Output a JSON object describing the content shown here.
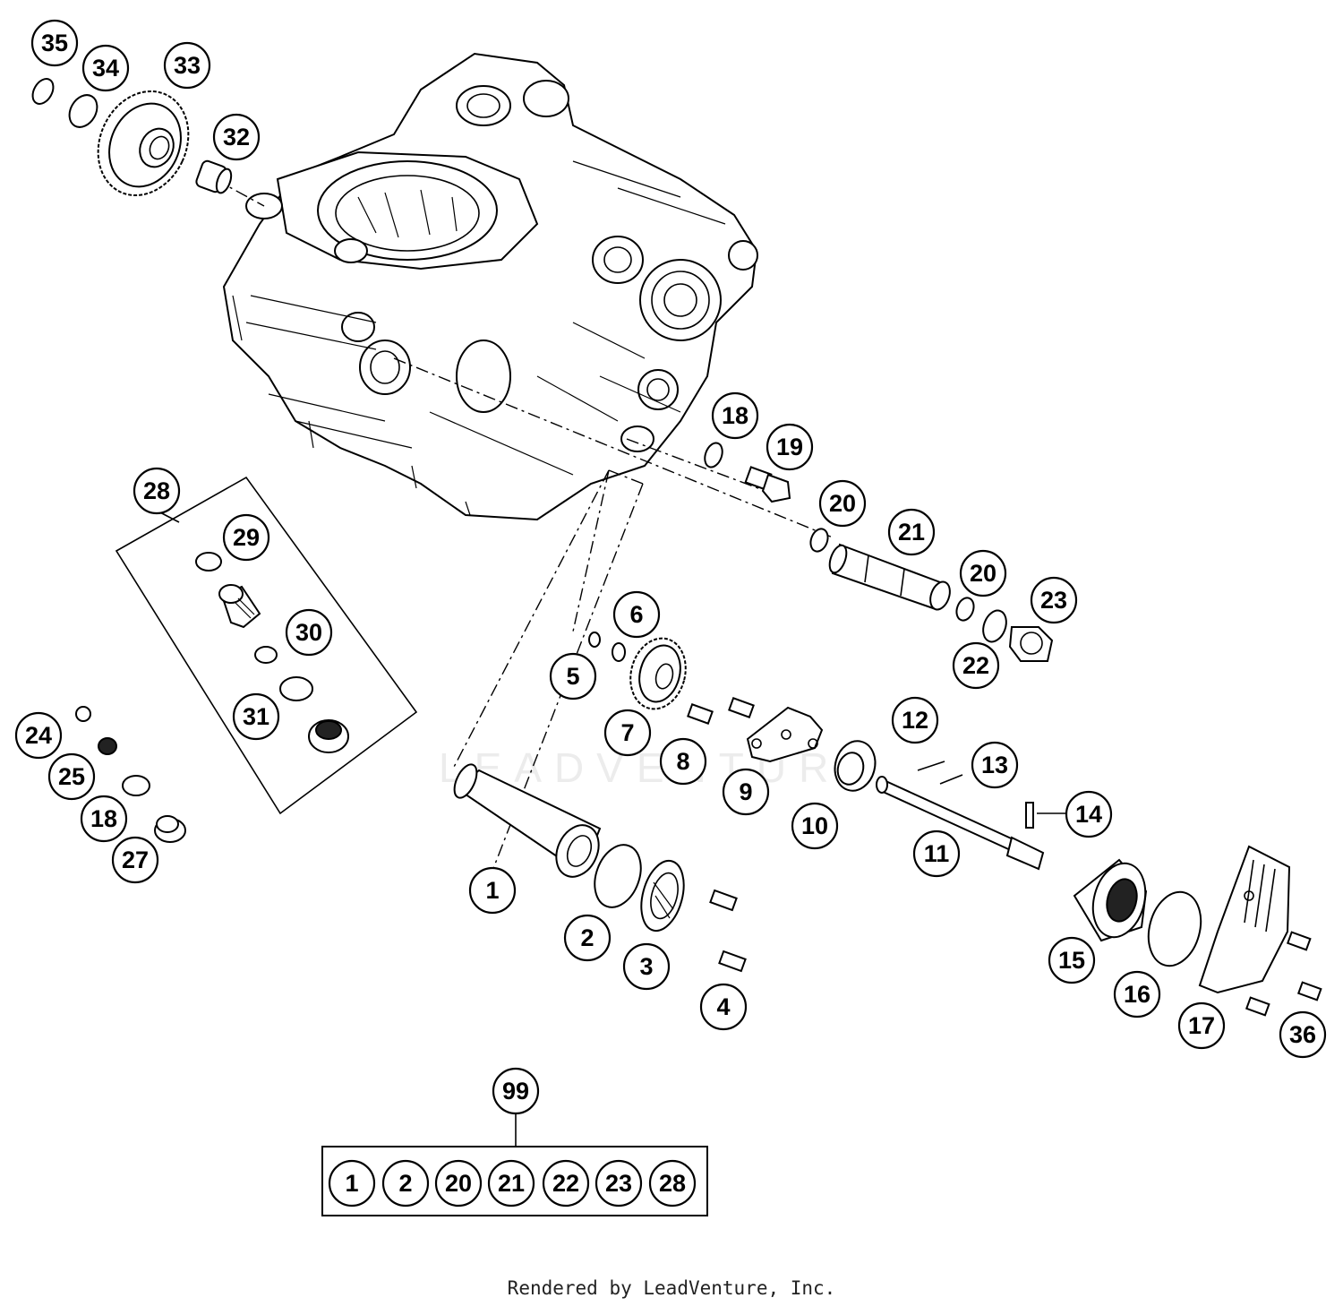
{
  "callouts": {
    "c1": "1",
    "c2": "2",
    "c3": "3",
    "c4": "4",
    "c5": "5",
    "c6": "6",
    "c7": "7",
    "c8": "8",
    "c9": "9",
    "c10": "10",
    "c11": "11",
    "c12": "12",
    "c13": "13",
    "c14": "14",
    "c15": "15",
    "c16": "16",
    "c17": "17",
    "c18a": "18",
    "c18b": "18",
    "c19": "19",
    "c20a": "20",
    "c20b": "20",
    "c21": "21",
    "c22": "22",
    "c23": "23",
    "c24": "24",
    "c25": "25",
    "c27": "27",
    "c28": "28",
    "c29": "29",
    "c30": "30",
    "c31": "31",
    "c32": "32",
    "c33": "33",
    "c34": "34",
    "c35": "35",
    "c36": "36",
    "c99": "99"
  },
  "kit": {
    "items": [
      "1",
      "2",
      "20",
      "21",
      "22",
      "23",
      "28"
    ]
  },
  "watermark": "LEADVENTURE",
  "credit": "Rendered by LeadVenture, Inc."
}
